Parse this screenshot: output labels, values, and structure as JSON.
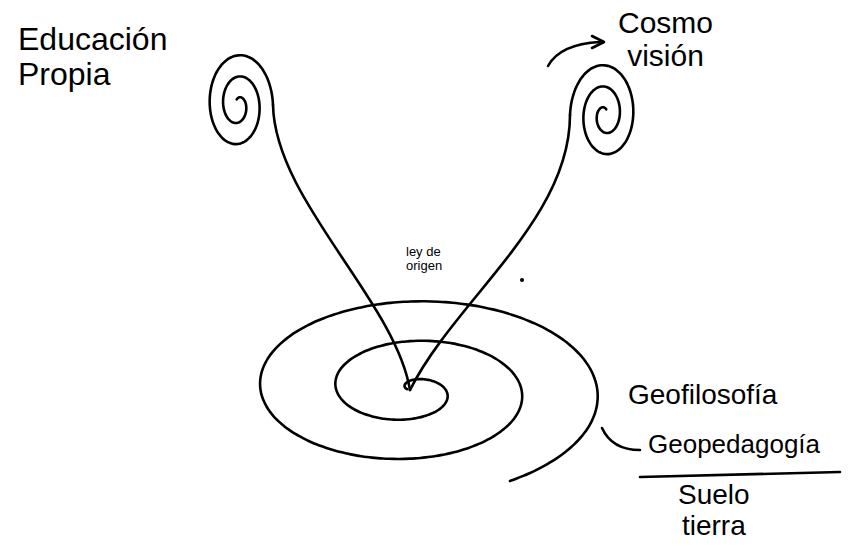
{
  "diagram": {
    "labels": [
      "Educación Propia",
      "Cosmo visión",
      "ley de origen",
      "Geofilosofía",
      "Geopedagogía",
      "Suelo tierra"
    ]
  }
}
